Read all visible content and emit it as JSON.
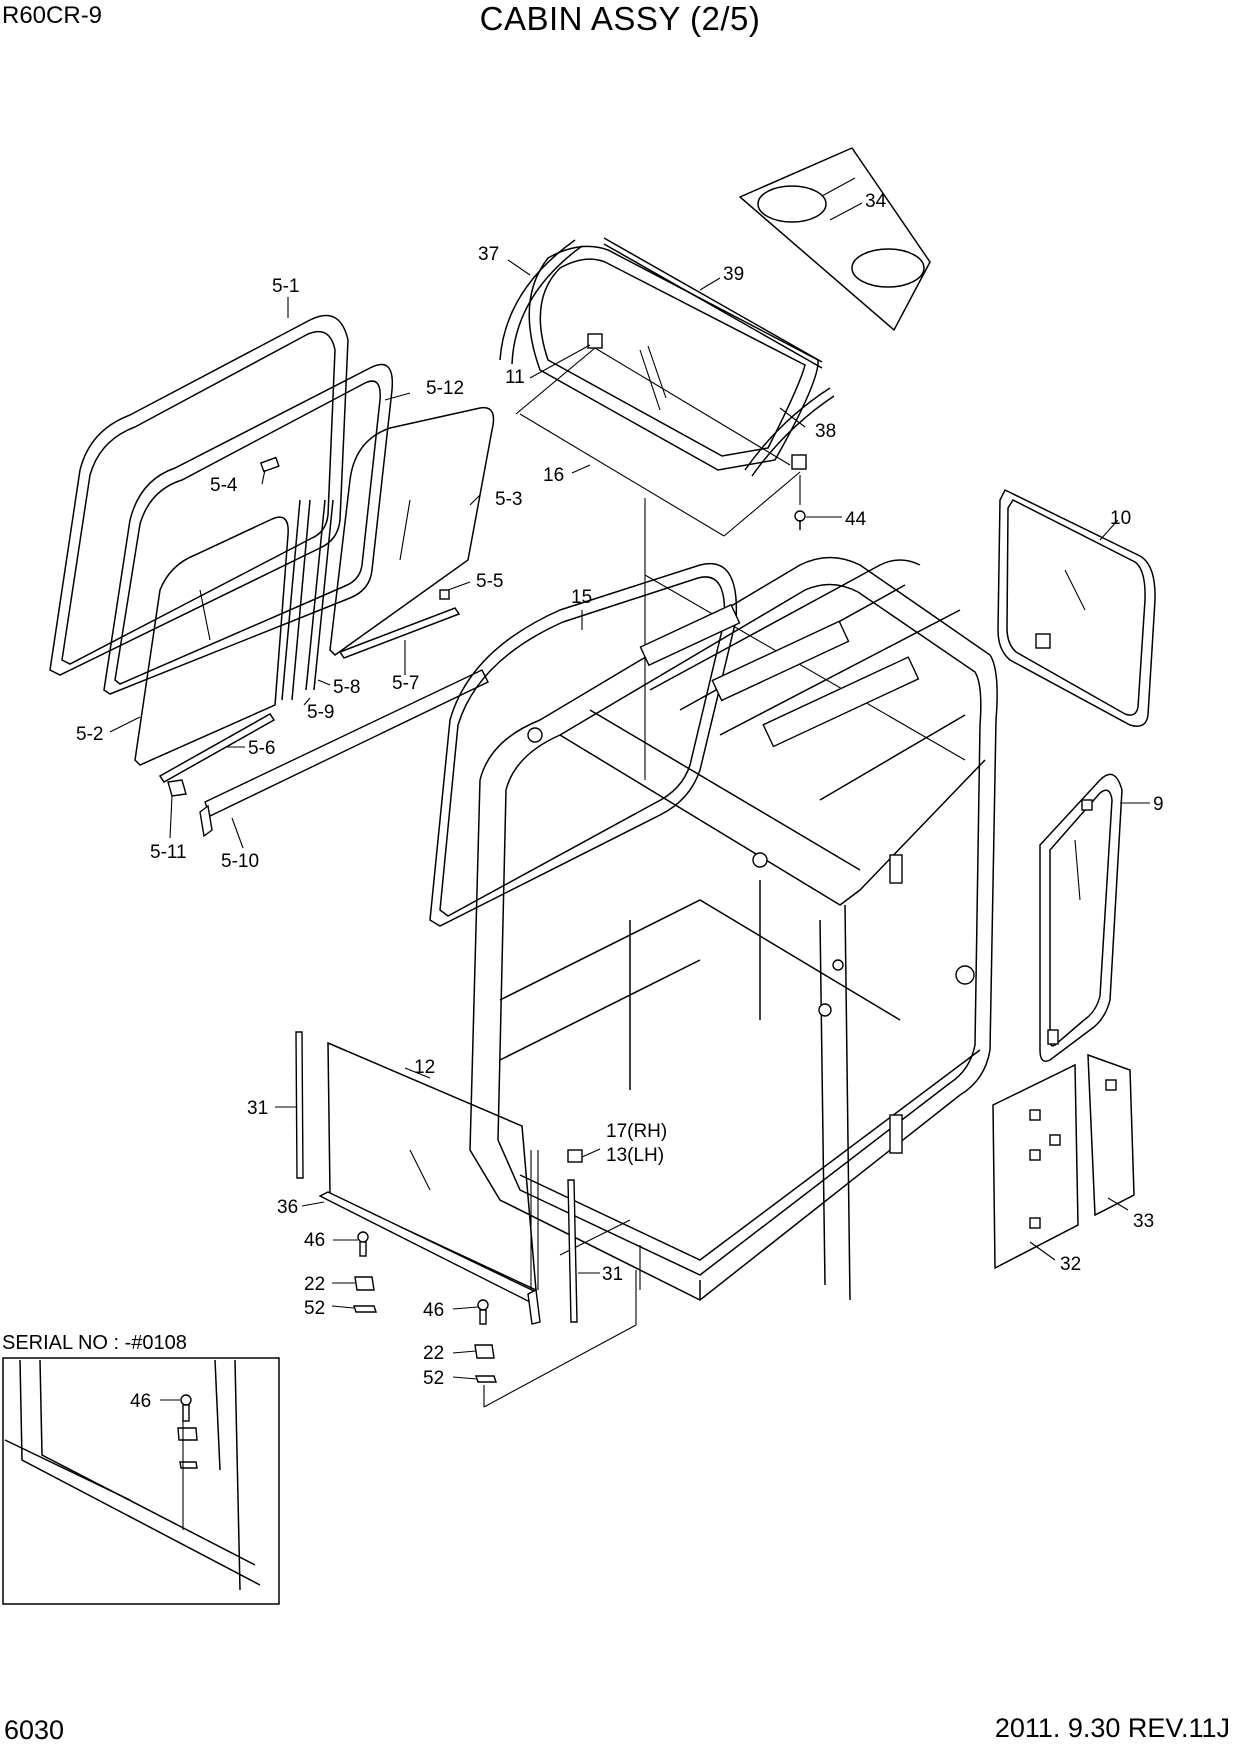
{
  "header": {
    "model": "R60CR-9",
    "title": "CABIN ASSY (2/5)"
  },
  "footer": {
    "page_number": "6030",
    "revision": "2011. 9.30 REV.11J"
  },
  "inset": {
    "serial_label": "SERIAL NO : -#0108",
    "callout": "46"
  },
  "callouts": {
    "c34": "34",
    "c37": "37",
    "c39": "39",
    "c11": "11",
    "c38": "38",
    "c16": "16",
    "c44": "44",
    "c5_1": "5-1",
    "c5_12": "5-12",
    "c5_4": "5-4",
    "c5_3": "5-3",
    "c5_5": "5-5",
    "c5_7": "5-7",
    "c5_8": "5-8",
    "c5_9": "5-9",
    "c5_2": "5-2",
    "c5_6": "5-6",
    "c5_11": "5-11",
    "c5_10": "5-10",
    "c15": "15",
    "c10": "10",
    "c9": "9",
    "c12": "12",
    "c31a": "31",
    "c36": "36",
    "c46a": "46",
    "c22a": "22",
    "c52a": "52",
    "c17": "17(RH)",
    "c13": "13(LH)",
    "c31b": "31",
    "c46b": "46",
    "c22b": "22",
    "c52b": "52",
    "c33": "33",
    "c32": "32"
  },
  "icons": [
    "glass-pane-icon",
    "seal-strip-icon",
    "bolt-icon",
    "bracket-icon",
    "cabin-frame-icon"
  ]
}
